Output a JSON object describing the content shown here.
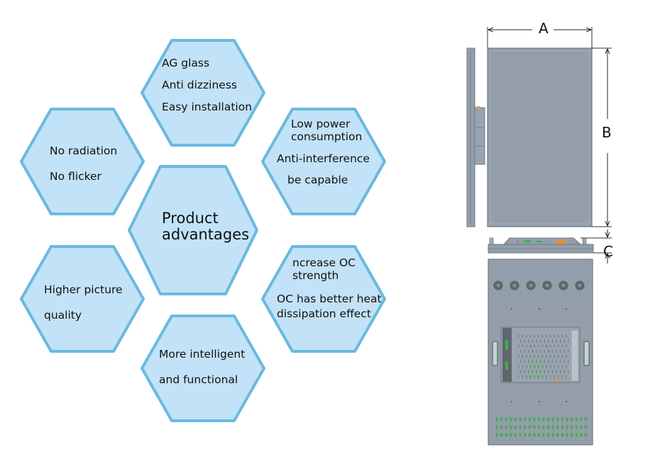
{
  "colors": {
    "hex_fill": "#c2e2f7",
    "hex_stroke": "#6bb9e0",
    "panel_gray": "#939eaa",
    "panel_edge": "#6f7883",
    "text": "#111111",
    "vent_green": "#3fae49",
    "connector_orange": "#e8902a"
  },
  "diagram": {
    "center": {
      "lines": [
        "Product",
        "advantages"
      ]
    },
    "advantages": [
      {
        "id": "top",
        "lines": [
          "AG glass",
          "Anti dizziness",
          "Easy installation"
        ]
      },
      {
        "id": "upper-right",
        "lines": [
          "Low power",
          "consumption",
          "Anti-interference",
          "be capable"
        ]
      },
      {
        "id": "lower-right",
        "lines": [
          "ncrease OC",
          "strength",
          "OC has better heat",
          "dissipation effect"
        ]
      },
      {
        "id": "bottom",
        "lines": [
          "More intelligent",
          "and functional"
        ]
      },
      {
        "id": "lower-left",
        "lines": [
          "Higher picture",
          "quality"
        ]
      },
      {
        "id": "upper-left",
        "lines": [
          "No radiation",
          "No flicker"
        ]
      }
    ]
  },
  "technical_drawing": {
    "dimension_labels": {
      "width": "A",
      "height": "B",
      "depth": "C"
    },
    "views": [
      "side-view",
      "front-view",
      "top-view",
      "rear-view"
    ]
  }
}
